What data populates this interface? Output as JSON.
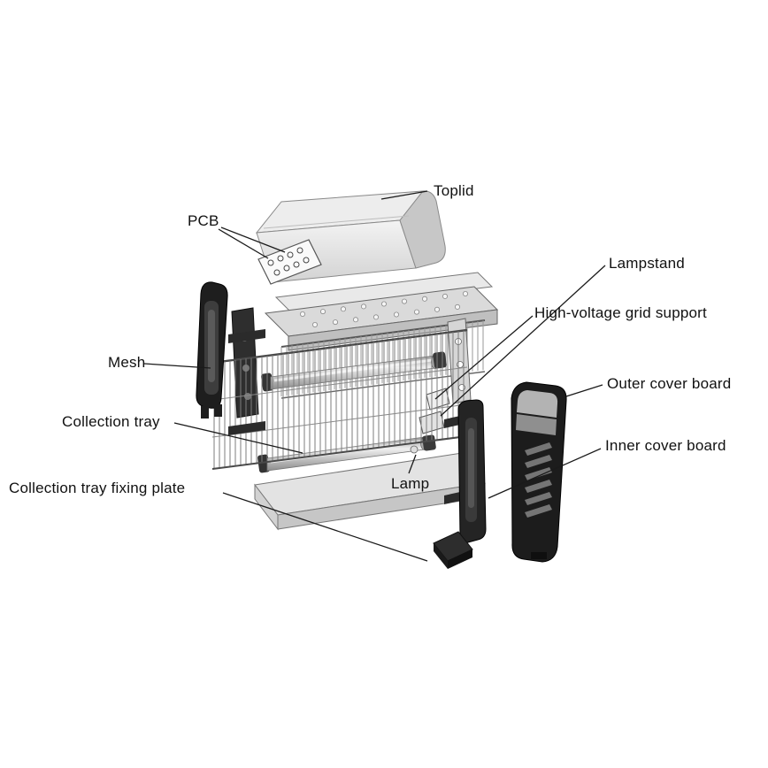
{
  "labels": {
    "toplid": "Toplid",
    "pcb": "PCB",
    "lampstand": "Lampstand",
    "high_voltage_grid_support": "High-voltage grid support",
    "mesh": "Mesh",
    "outer_cover_board": "Outer cover board",
    "collection_tray": "Collection tray",
    "inner_cover_board": "Inner cover board",
    "lamp": "Lamp",
    "collection_tray_fixing_plate": "Collection tray fixing plate"
  },
  "colors": {
    "leader_line": "#1a1a1a",
    "panel_light": "#e3e3e3",
    "panel_dark": "#1f1f1f",
    "mesh_wire": "#7d7d7d",
    "background": "#ffffff"
  }
}
